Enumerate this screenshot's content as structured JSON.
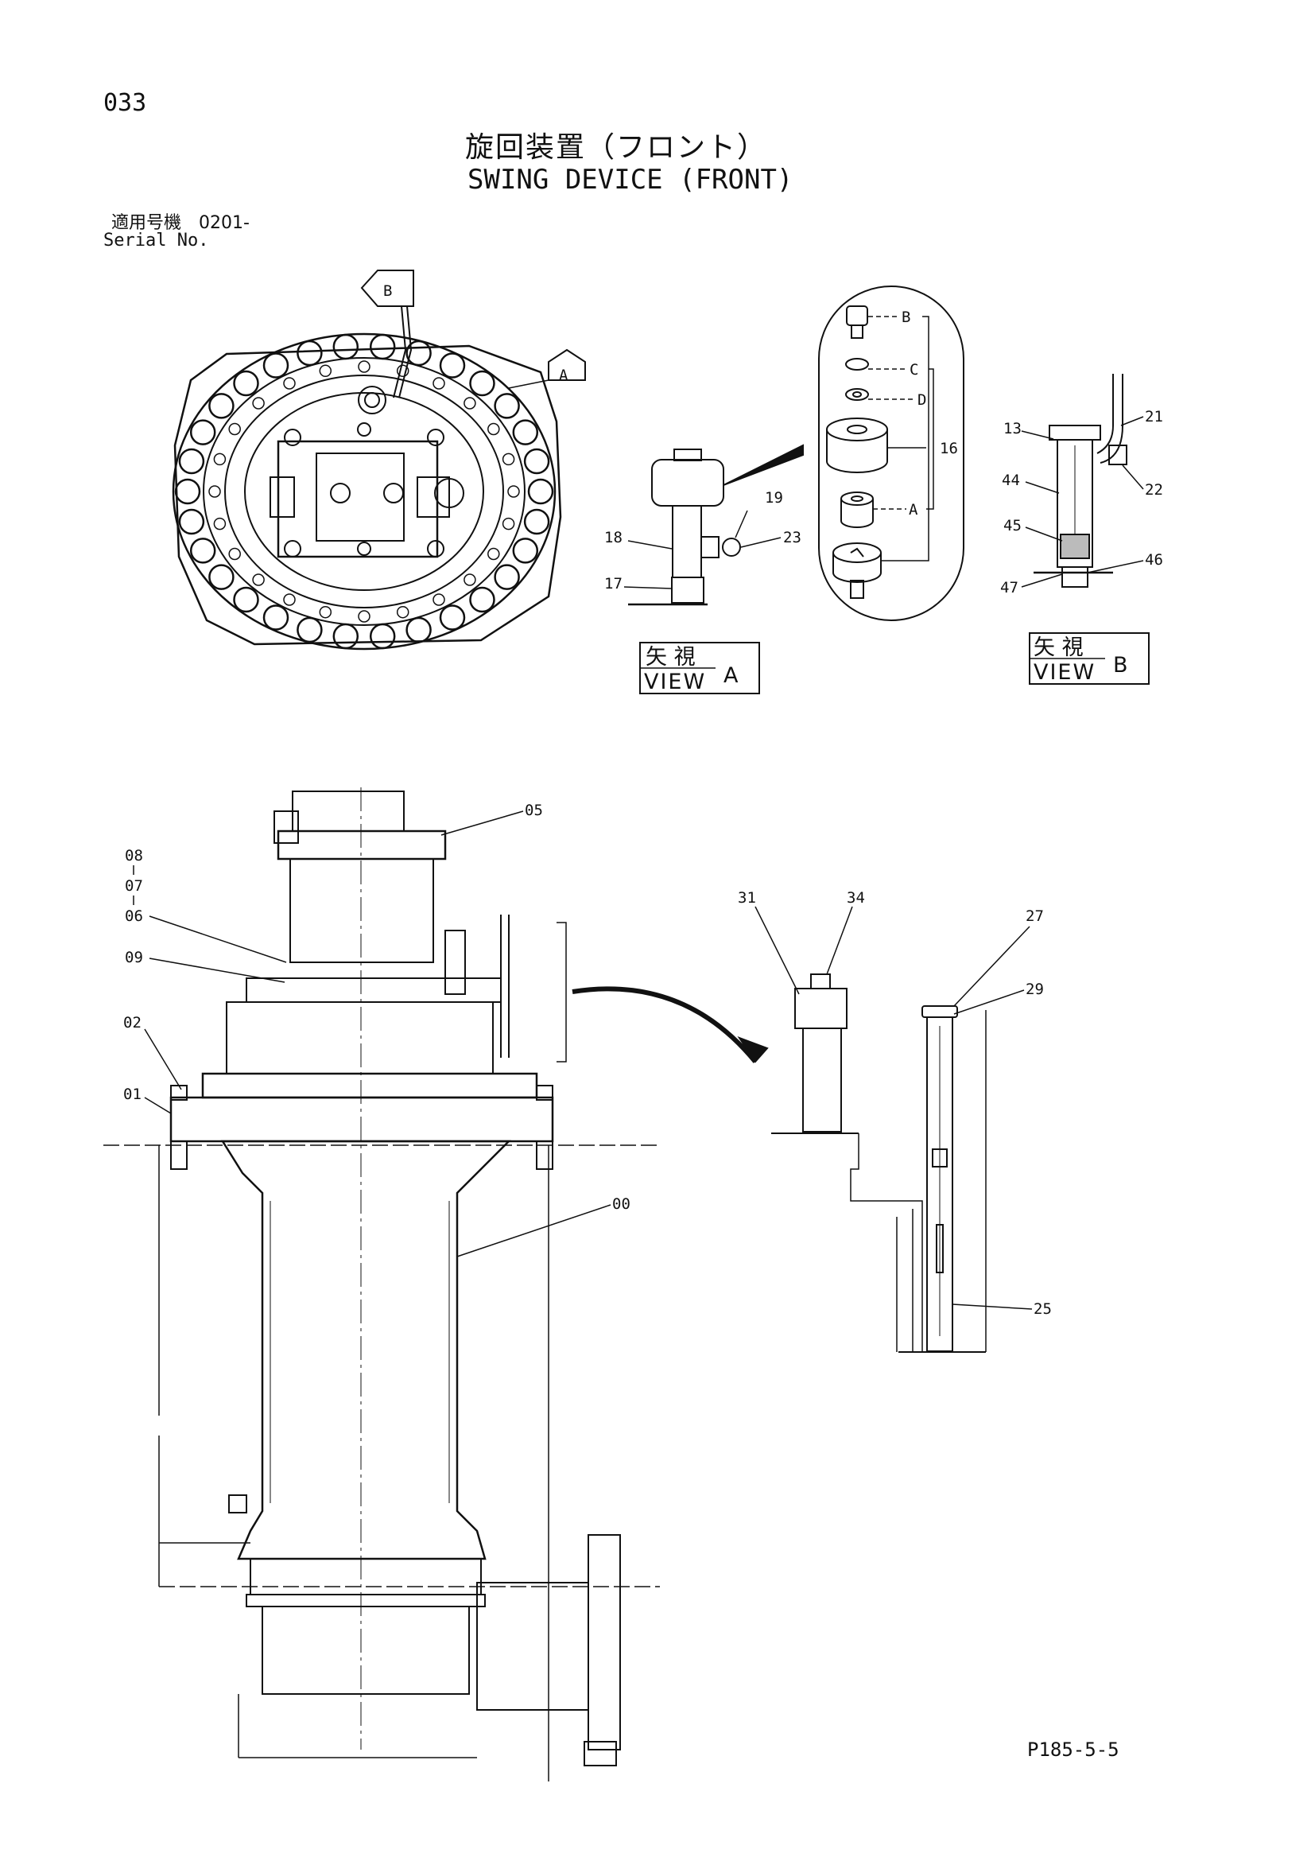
{
  "header": {
    "page_number": "033",
    "title_jp": "旋回装置（フロント）",
    "title_en": "SWING DEVICE (FRONT)",
    "serial_label_jp": "適用号機　0201-",
    "serial_label_en": "Serial No."
  },
  "arrows": {
    "view_a": "A",
    "view_b": "B"
  },
  "view_a": {
    "label_jp": "矢 視",
    "label_en": "VIEW",
    "letter": "A",
    "part_labels": [
      "19",
      "18",
      "23",
      "17"
    ]
  },
  "detail_capsule": {
    "part_labels": [
      "B",
      "C",
      "D",
      "16",
      "A"
    ]
  },
  "view_b": {
    "label_jp": "矢 視",
    "label_en": "VIEW",
    "letter": "B",
    "part_labels": [
      "13",
      "21",
      "44",
      "22",
      "45",
      "46",
      "47"
    ]
  },
  "main_view": {
    "part_labels": [
      "05",
      "08",
      "07",
      "06",
      "09",
      "02",
      "01",
      "00"
    ]
  },
  "side_detail": {
    "part_labels": [
      "31",
      "34",
      "27",
      "29",
      "25"
    ]
  },
  "footer": {
    "page_code": "P185-5-5"
  },
  "colors": {
    "ink": "#111111",
    "paper": "#ffffff"
  }
}
